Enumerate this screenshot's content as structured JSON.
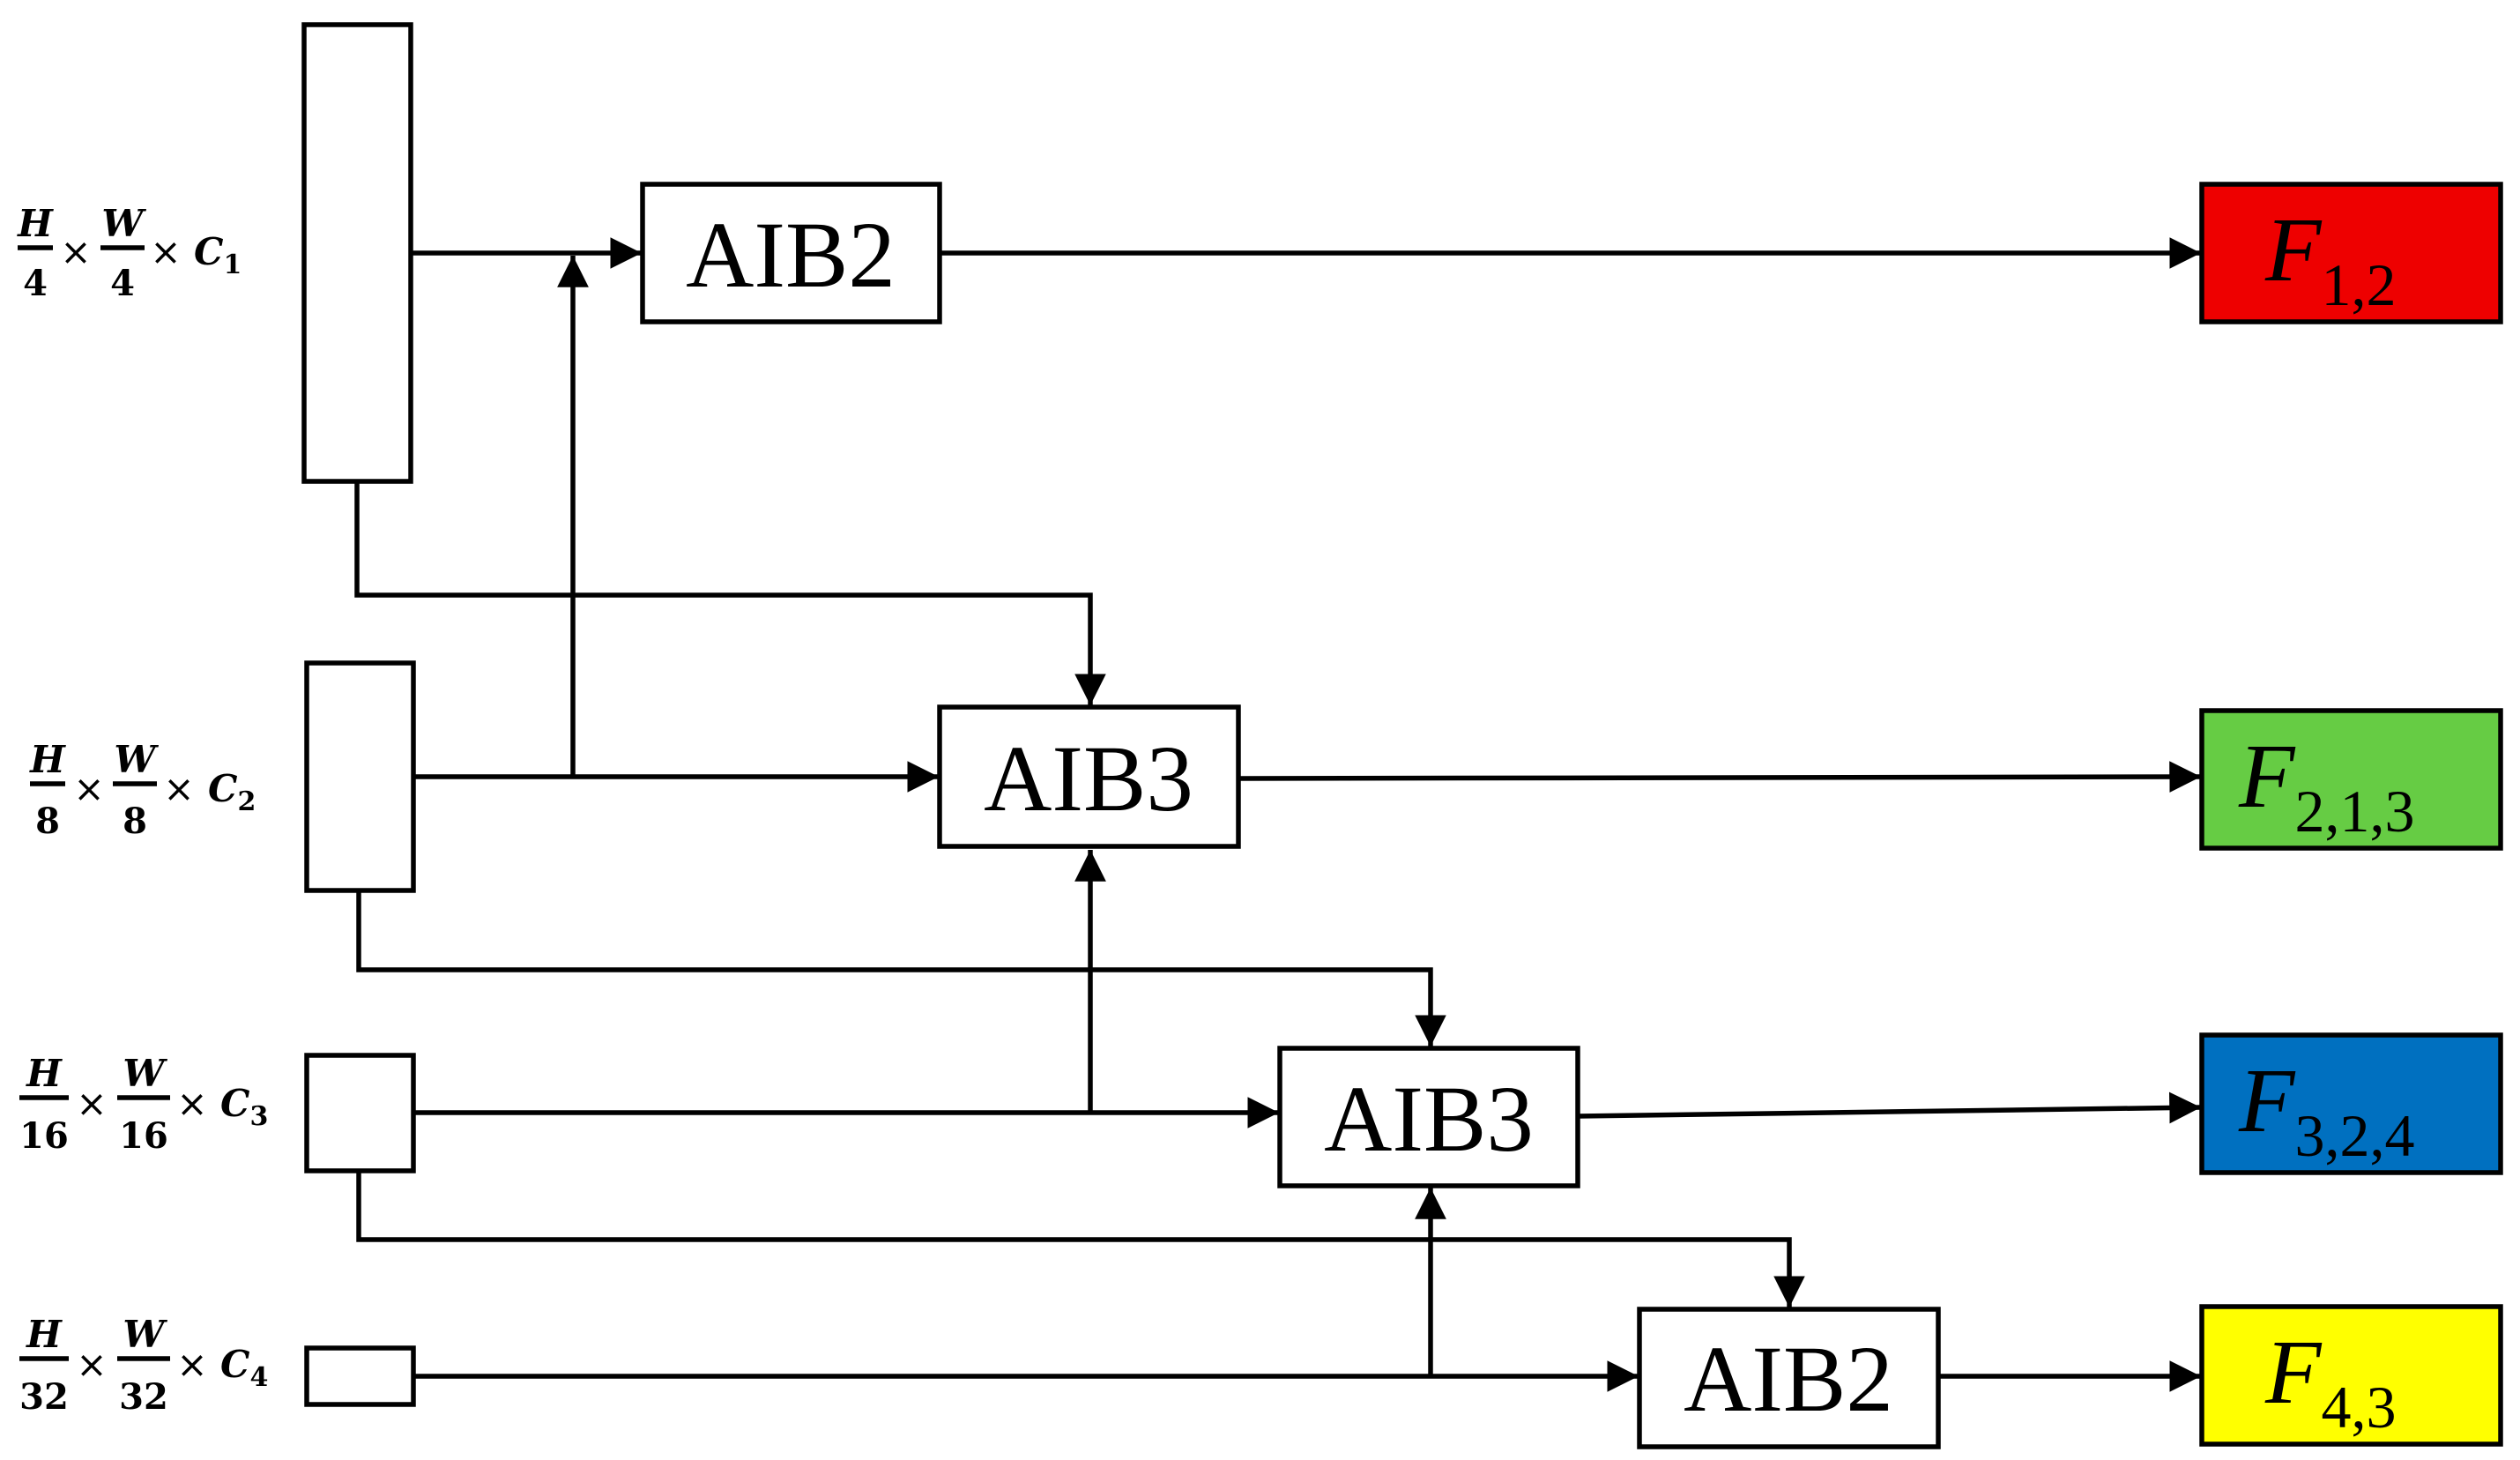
{
  "colors": {
    "f12": "#ee0000",
    "f213": "#66cc44",
    "f324": "#0070c0",
    "f43": "#ffff00",
    "stroke": "#000000"
  },
  "dims": [
    {
      "h": "H",
      "hden": "4",
      "w": "W",
      "wden": "4",
      "times": "×",
      "c": "C",
      "csub": "1"
    },
    {
      "h": "H",
      "hden": "8",
      "w": "W",
      "wden": "8",
      "times": "×",
      "c": "C",
      "csub": "2"
    },
    {
      "h": "H",
      "hden": "16",
      "w": "W",
      "wden": "16",
      "times": "×",
      "c": "C",
      "csub": "3"
    },
    {
      "h": "H",
      "hden": "32",
      "w": "W",
      "wden": "32",
      "times": "×",
      "c": "C",
      "csub": "4"
    }
  ],
  "blocks": {
    "aib_top": "AIB2",
    "aib_mid1": "AIB3",
    "aib_mid2": "AIB3",
    "aib_bottom": "AIB2"
  },
  "outputs": [
    {
      "main": "F",
      "sub": "1,2"
    },
    {
      "main": "F",
      "sub": "2,1,3"
    },
    {
      "main": "F",
      "sub": "3,2,4"
    },
    {
      "main": "F",
      "sub": "4,3"
    }
  ]
}
